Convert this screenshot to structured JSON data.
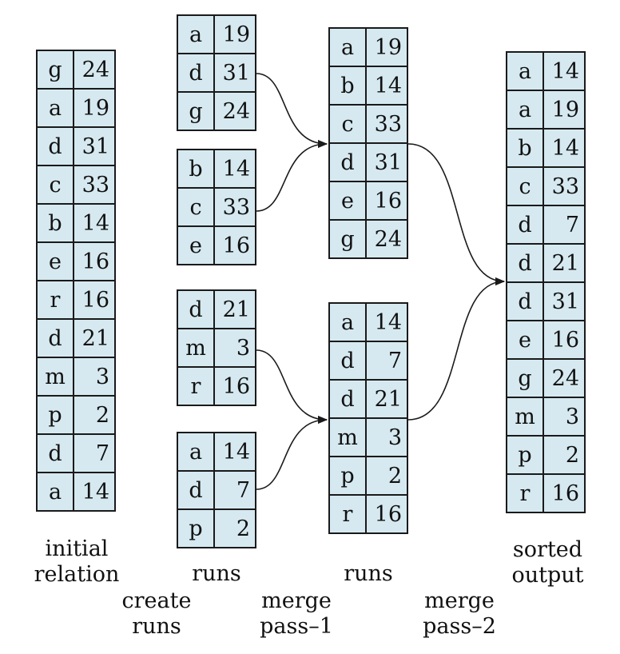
{
  "tables": {
    "initial": [
      [
        "g",
        "24"
      ],
      [
        "a",
        "19"
      ],
      [
        "d",
        "31"
      ],
      [
        "c",
        "33"
      ],
      [
        "b",
        "14"
      ],
      [
        "e",
        "16"
      ],
      [
        "r",
        "16"
      ],
      [
        "d",
        "21"
      ],
      [
        "m",
        "3"
      ],
      [
        "p",
        "2"
      ],
      [
        "d",
        "7"
      ],
      [
        "a",
        "14"
      ]
    ],
    "run1": [
      [
        "a",
        "19"
      ],
      [
        "d",
        "31"
      ],
      [
        "g",
        "24"
      ]
    ],
    "run2": [
      [
        "b",
        "14"
      ],
      [
        "c",
        "33"
      ],
      [
        "e",
        "16"
      ]
    ],
    "run3": [
      [
        "d",
        "21"
      ],
      [
        "m",
        "3"
      ],
      [
        "r",
        "16"
      ]
    ],
    "run4": [
      [
        "a",
        "14"
      ],
      [
        "d",
        "7"
      ],
      [
        "p",
        "2"
      ]
    ],
    "merged1": [
      [
        "a",
        "19"
      ],
      [
        "b",
        "14"
      ],
      [
        "c",
        "33"
      ],
      [
        "d",
        "31"
      ],
      [
        "e",
        "16"
      ],
      [
        "g",
        "24"
      ]
    ],
    "merged2": [
      [
        "a",
        "14"
      ],
      [
        "d",
        "7"
      ],
      [
        "d",
        "21"
      ],
      [
        "m",
        "3"
      ],
      [
        "p",
        "2"
      ],
      [
        "r",
        "16"
      ]
    ],
    "sorted": [
      [
        "a",
        "14"
      ],
      [
        "a",
        "19"
      ],
      [
        "b",
        "14"
      ],
      [
        "c",
        "33"
      ],
      [
        "d",
        "7"
      ],
      [
        "d",
        "21"
      ],
      [
        "d",
        "31"
      ],
      [
        "e",
        "16"
      ],
      [
        "g",
        "24"
      ],
      [
        "m",
        "3"
      ],
      [
        "p",
        "2"
      ],
      [
        "r",
        "16"
      ]
    ]
  },
  "labels": {
    "initial_relation": [
      "initial",
      "relation"
    ],
    "runs_1": "runs",
    "runs_2": "runs",
    "sorted_output": [
      "sorted",
      "output"
    ],
    "create_runs": [
      "create",
      "runs"
    ],
    "merge_pass_1": [
      "merge",
      "pass–1"
    ],
    "merge_pass_2": [
      "merge",
      "pass–2"
    ]
  },
  "colors": {
    "cell_fill": "#d6e9f0",
    "line": "#1a1a1a"
  }
}
